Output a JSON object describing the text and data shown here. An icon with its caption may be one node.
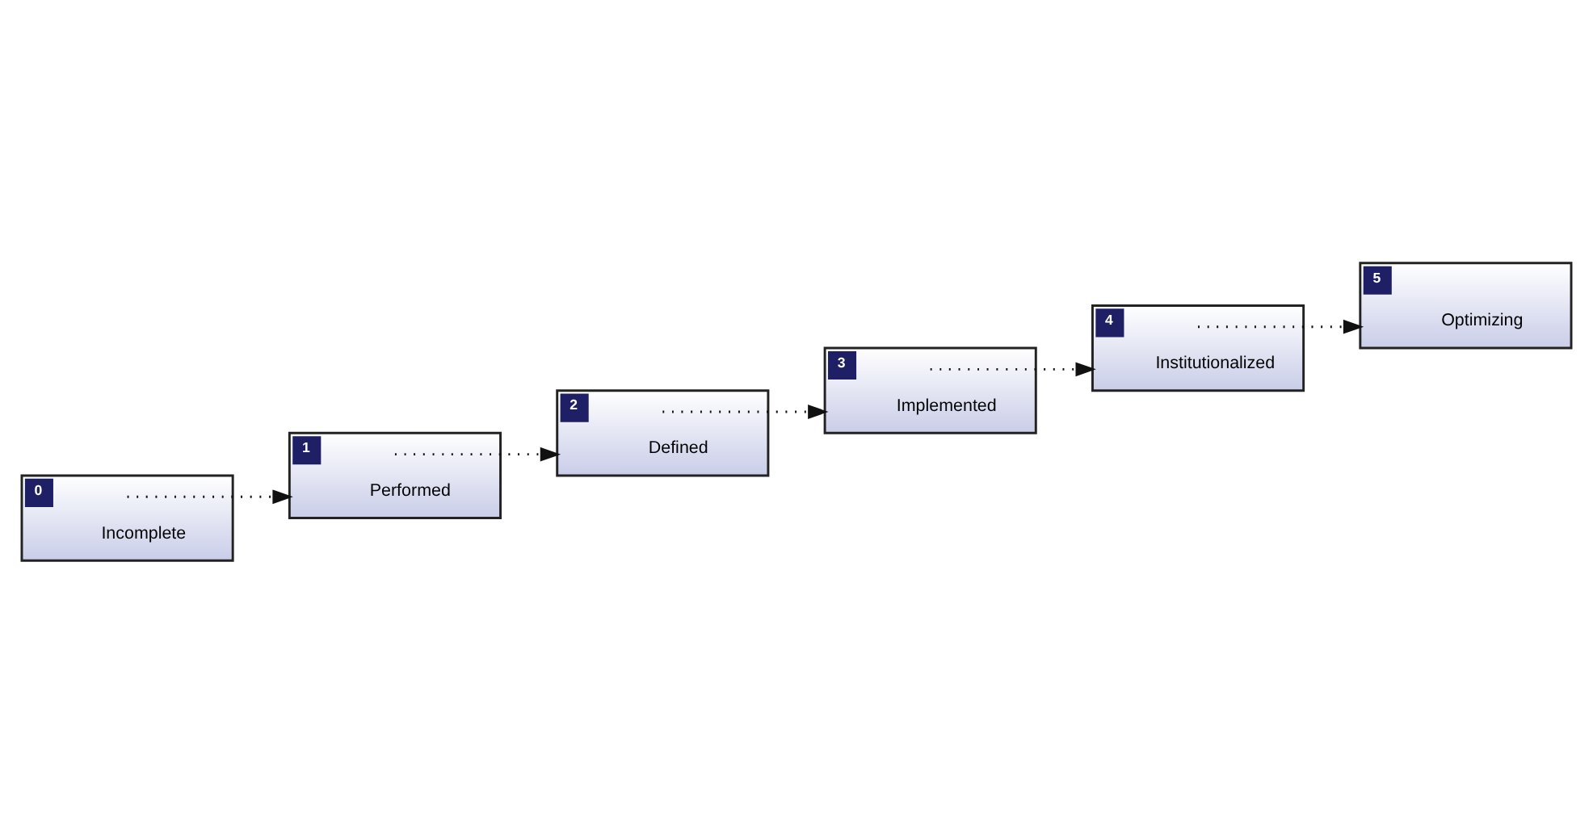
{
  "diagram": {
    "nodes": [
      {
        "text": [
          "0",
          "Incomplete"
        ]
      },
      {
        "text": [
          "1",
          "Performed"
        ]
      },
      {
        "text": [
          "2",
          "Defined"
        ]
      },
      {
        "text": [
          "3",
          "Implemented"
        ]
      },
      {
        "text": [
          "4",
          "Institutionalized"
        ]
      },
      {
        "text": [
          "5",
          "Optimizing"
        ]
      }
    ],
    "edges": [
      {
        "from": 0,
        "to": 1,
        "arrow": "to",
        "style": "dashed"
      },
      {
        "from": 1,
        "to": 2,
        "arrow": "to",
        "style": "dashed"
      },
      {
        "from": 2,
        "to": 3,
        "arrow": "to",
        "style": "dashed"
      },
      {
        "from": 3,
        "to": 4,
        "arrow": "to",
        "style": "dashed"
      },
      {
        "from": 4,
        "to": 5,
        "arrow": "to",
        "style": "dashed"
      }
    ]
  }
}
